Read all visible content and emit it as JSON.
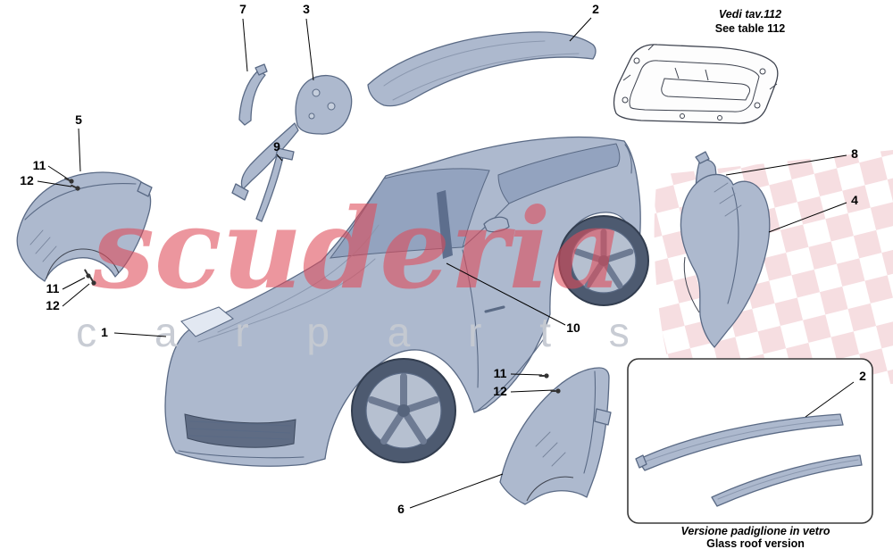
{
  "notes": {
    "see_table": {
      "it": "Vedi tav.112",
      "en": "See table 112"
    },
    "glass_roof": {
      "it": "Versione padiglione in vetro",
      "en": "Glass roof version"
    }
  },
  "watermark": {
    "brand": "scuderia",
    "tagline": "c a r  p a r t s"
  },
  "callouts": {
    "n1": "1",
    "n2": "2",
    "n3": "3",
    "n4": "4",
    "n5": "5",
    "n6": "6",
    "n7": "7",
    "n8": "8",
    "n9": "9",
    "n10": "10",
    "n11": "11",
    "n12": "12"
  },
  "colors": {
    "panel_fill": "#adb9ce",
    "panel_glass": "#93a3bf",
    "panel_stroke": "#5a6a85",
    "car_line": "#5a6a85",
    "leader": "#000000",
    "watermark_red": "#e04b59",
    "watermark_gray": "#c6cad2",
    "checker_pink": "#eec3c9",
    "box_stroke": "#3a3a3a"
  }
}
